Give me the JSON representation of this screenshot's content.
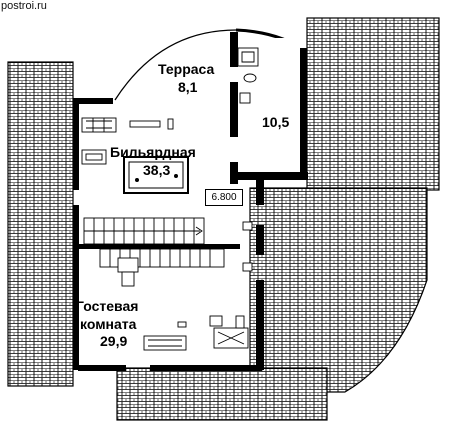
{
  "watermark": "postroi.ru",
  "rooms": [
    {
      "name": "Терраса",
      "area": "8,1"
    },
    {
      "name": "",
      "area": "10,5"
    },
    {
      "name": "Бильярдная",
      "area": "38,3"
    },
    {
      "name_line1": "Гостевая",
      "name_line2": "комната",
      "area": "29,9"
    }
  ],
  "level_mark": "6.800",
  "colors": {
    "wall": "#000000",
    "roof_line": "#000000",
    "background": "#ffffff"
  }
}
